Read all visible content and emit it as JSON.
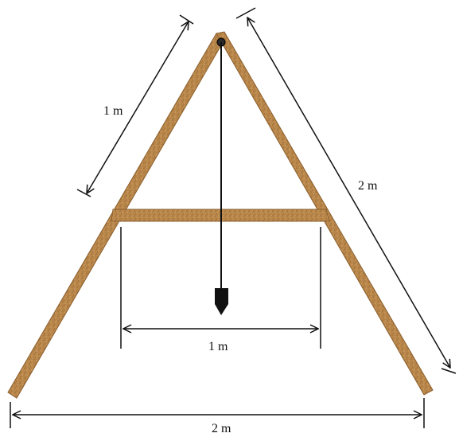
{
  "dimensions": {
    "left_upper_leg": "1 m",
    "right_leg": "2 m",
    "crossbar": "1 m",
    "base": "2 m"
  },
  "colors": {
    "wood": "#b9864a",
    "wood_dark": "#8a5e2c",
    "wood_light": "#d2a36a",
    "line": "#111111",
    "plumb_bob": "#111111"
  },
  "icons": {
    "pivot": "pivot-pin-icon",
    "plumb_bob": "plumb-bob-icon"
  }
}
